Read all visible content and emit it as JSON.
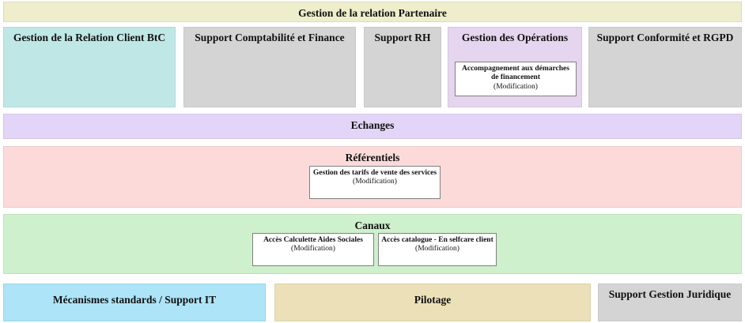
{
  "diagram": {
    "title": "Gestion de la relation Partenaire",
    "header": {
      "label": "Gestion de la relation Partenaire",
      "color": "#eeeecc"
    },
    "domains": [
      {
        "label": "Gestion de la Relation Client BtC",
        "color": "#bfe7e5",
        "capabilities": []
      },
      {
        "label": "Support Comptabilité et Finance",
        "color": "#d4d4d4",
        "capabilities": []
      },
      {
        "label": "Support RH",
        "color": "#d4d4d4",
        "capabilities": []
      },
      {
        "label": "Gestion des Opérations",
        "color": "#e6d5ee",
        "capabilities": [
          {
            "label": "Accompagnement aux démarches de financement",
            "state": "(Modification)"
          }
        ]
      },
      {
        "label": "Support Conformité et RGPD",
        "color": "#d4d4d4",
        "capabilities": []
      }
    ],
    "bands": [
      {
        "label": "Echanges",
        "color": "#e3d5f7",
        "capabilities": []
      },
      {
        "label": "Référentiels",
        "color": "#fcdada",
        "capabilities": [
          {
            "label": "Gestion des tarifs de vente des services",
            "state": "(Modification)"
          }
        ]
      },
      {
        "label": "Canaux",
        "color": "#cef0cc",
        "capabilities": [
          {
            "label": "Accès Calculette Aides Sociales",
            "state": "(Modification)"
          },
          {
            "label": "Accès catalogue - En selfcare client",
            "state": "(Modification)"
          }
        ]
      }
    ],
    "footer": [
      {
        "label": "Mécanismes standards / Support IT",
        "color": "#ade4f8"
      },
      {
        "label": "Pilotage",
        "color": "#ebe0b8"
      },
      {
        "label": "Support Gestion Juridique",
        "color": "#d4d4d4"
      }
    ]
  }
}
